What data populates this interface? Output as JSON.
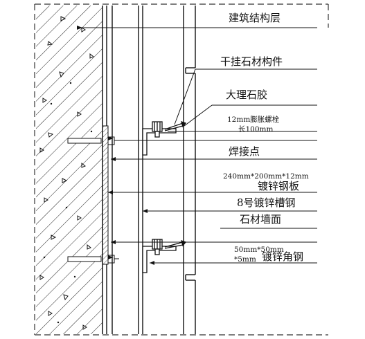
{
  "labels": {
    "structure_layer": "建筑结构层",
    "dry_hang_member": "干挂石材构件",
    "marble_glue": "大理石胶",
    "bolt_spec": "12mm膨胀螺栓",
    "bolt_length": "长100mm",
    "weld_point": "焊接点",
    "plate_size": "240mm*200mm*12mm",
    "plate_name": "镀锌钢板",
    "channel_steel": "8号镀锌槽钢",
    "stone_wall": "石材墙面",
    "angle_size_1": "50mm*50mm",
    "angle_size_2": "*5mm",
    "angle_name": "镀锌角钢"
  },
  "colors": {
    "line": "#111111",
    "hatch": "#222222",
    "dash": "#333333",
    "background": "#ffffff"
  }
}
